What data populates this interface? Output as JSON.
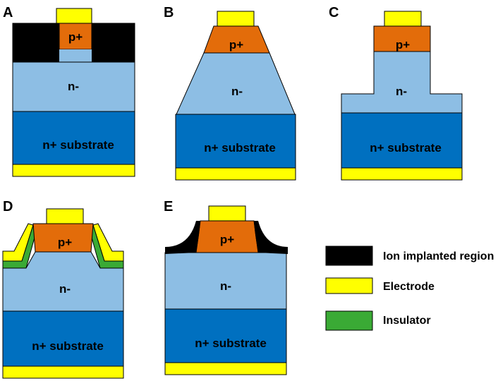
{
  "colors": {
    "electrode": "#FFFF00",
    "p_plus": "#E36C0A",
    "n_minus": "#8DBEE4",
    "n_plus_substrate": "#0070C0",
    "ion_implanted": "#000000",
    "insulator": "#3AAA35"
  },
  "panels": {
    "a": {
      "letter": "A",
      "p_label": "p+",
      "n_minus_label": "n-",
      "substrate_label": "n+ substrate"
    },
    "b": {
      "letter": "B",
      "p_label": "p+",
      "n_minus_label": "n-",
      "substrate_label": "n+ substrate"
    },
    "c": {
      "letter": "C",
      "p_label": "p+",
      "n_minus_label": "n-",
      "substrate_label": "n+ substrate"
    },
    "d": {
      "letter": "D",
      "p_label": "p+",
      "n_minus_label": "n-",
      "substrate_label": "n+ substrate"
    },
    "e": {
      "letter": "E",
      "p_label": "p+",
      "n_minus_label": "n-",
      "substrate_label": "n+ substrate"
    }
  },
  "legend": [
    {
      "label": "Ion implanted region",
      "color": "#000000"
    },
    {
      "label": "Electrode",
      "color": "#FFFF00"
    },
    {
      "label": "Insulator",
      "color": "#3AAA35"
    }
  ]
}
